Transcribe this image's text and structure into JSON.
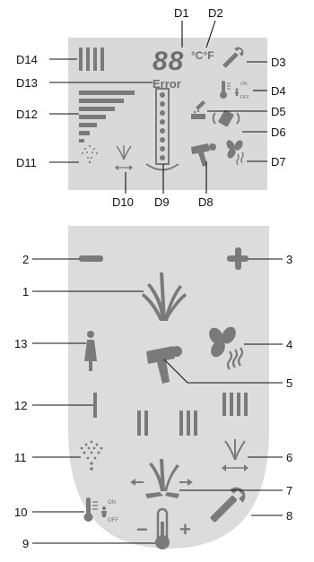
{
  "display_labels": [
    "D1",
    "D2",
    "D3",
    "D4",
    "D5",
    "D6",
    "D7",
    "D8",
    "D9",
    "D10",
    "D11",
    "D12",
    "D13",
    "D14"
  ],
  "display": {
    "segment_digits": "88",
    "units": "°C°F",
    "error_text": "Error",
    "on_label": "ON",
    "off_label": "OFF"
  },
  "panel_labels": [
    "1",
    "2",
    "3",
    "4",
    "5",
    "6",
    "7",
    "8",
    "9",
    "10",
    "11",
    "12",
    "13"
  ],
  "panel": {
    "on_label": "ON",
    "off_label": "OFF",
    "minus_sign": "−",
    "plus_sign": "+"
  },
  "colors": {
    "display_bg": "#d9d9d9",
    "panel_bg": "#dcdcdc",
    "icon_gray": "#7a7a7a",
    "text": "#111111"
  }
}
